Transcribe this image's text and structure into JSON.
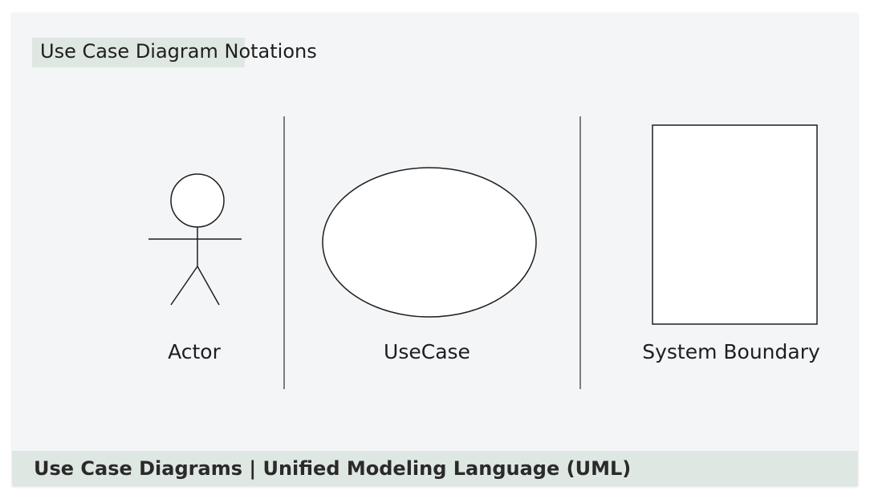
{
  "header": {
    "title": "Use Case Diagram Notations"
  },
  "notations": [
    {
      "label": "Actor",
      "shape": "stick-figure"
    },
    {
      "label": "UseCase",
      "shape": "ellipse"
    },
    {
      "label": "System Boundary",
      "shape": "rectangle"
    }
  ],
  "footer": {
    "caption": "Use Case Diagrams | Unified Modeling Language (UML)"
  },
  "colors": {
    "card_bg": "#f3f5f6",
    "tag_bg": "#dfe7e3",
    "stroke": "#1e1e1e"
  }
}
